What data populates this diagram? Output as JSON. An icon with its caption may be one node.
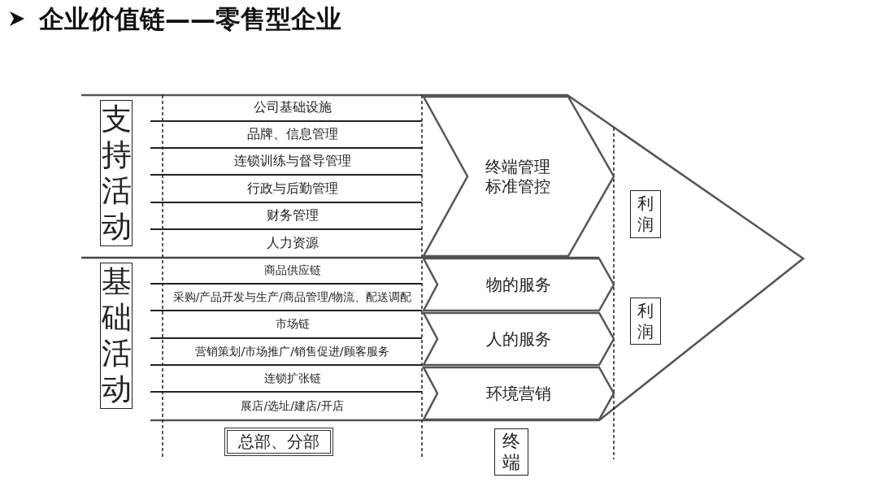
{
  "diagram": {
    "title": "企业价值链——零售型企业",
    "nodes": [
      {
        "text": [
          "支持活动"
        ]
      },
      {
        "text": [
          "公司基础设施"
        ]
      },
      {
        "text": [
          "品牌、信息管理"
        ]
      },
      {
        "text": [
          "连锁训练与督导管理"
        ]
      },
      {
        "text": [
          "行政与后勤管理"
        ]
      },
      {
        "text": [
          "财务管理"
        ]
      },
      {
        "text": [
          "人力资源"
        ]
      },
      {
        "text": [
          "终端管理标准管控"
        ]
      },
      {
        "text": [
          "利润"
        ]
      },
      {
        "text": [
          "基础活动"
        ]
      },
      {
        "text": [
          "商品供应链"
        ]
      },
      {
        "text": [
          "采购/产品开发与生产/商品管理/物流、配送调配"
        ]
      },
      {
        "text": [
          "市场链"
        ]
      },
      {
        "text": [
          "营销策划/市场推广/销售促进/顾客服务"
        ]
      },
      {
        "text": [
          "连锁扩张链"
        ]
      },
      {
        "text": [
          "展店/选址/建店/开店"
        ]
      },
      {
        "text": [
          "物的服务"
        ]
      },
      {
        "text": [
          "利润"
        ]
      },
      {
        "text": [
          "人的服务"
        ]
      },
      {
        "text": [
          "环境营销"
        ]
      },
      {
        "text": [
          "总部、分部"
        ]
      },
      {
        "text": [
          "终端"
        ]
      }
    ]
  }
}
